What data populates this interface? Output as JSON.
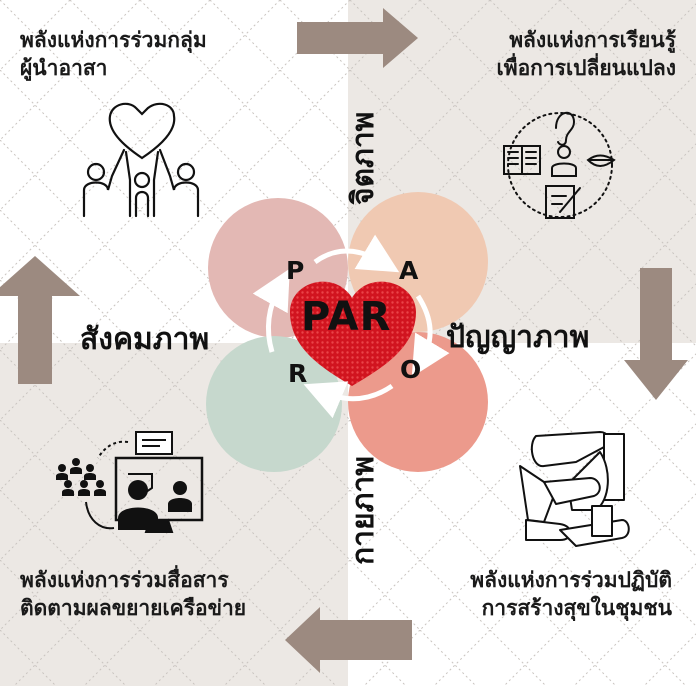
{
  "captions": {
    "top_left": [
      "พลังแห่งการร่วมกลุ่ม",
      "ผู้นำอาสา"
    ],
    "top_right": [
      "พลังแห่งการเรียนรู้",
      "เพื่อการเปลี่ยนแปลง"
    ],
    "bottom_left": [
      "พลังแห่งการร่วมสื่อสาร",
      "ติดตามผลขยายเครือข่าย"
    ],
    "bottom_right": [
      "พลังแห่งการร่วมปฏิบัติ",
      "การสร้างสุขในชุมชน"
    ]
  },
  "dimensions": {
    "top": "จิตภาพ",
    "right": "ปัญญาภาพ",
    "bottom": "กายภาพ",
    "left": "สังคมภาพ"
  },
  "letters": {
    "p": "P",
    "a": "A",
    "r": "R",
    "o": "O"
  },
  "center_label": "PAR",
  "colors": {
    "petal_top_left": "#e3b8b4",
    "petal_top_right": "#f0c9b2",
    "petal_bottom_left": "#c6d8cd",
    "petal_bottom_right": "#ec9a8c",
    "heart": "#d1141f",
    "arrow": "#9c8a80",
    "quadrant_shade": "#ece8e4"
  },
  "icons": [
    "heart-hands-icon",
    "learning-icon",
    "video-conference-icon",
    "stacked-hands-icon"
  ]
}
